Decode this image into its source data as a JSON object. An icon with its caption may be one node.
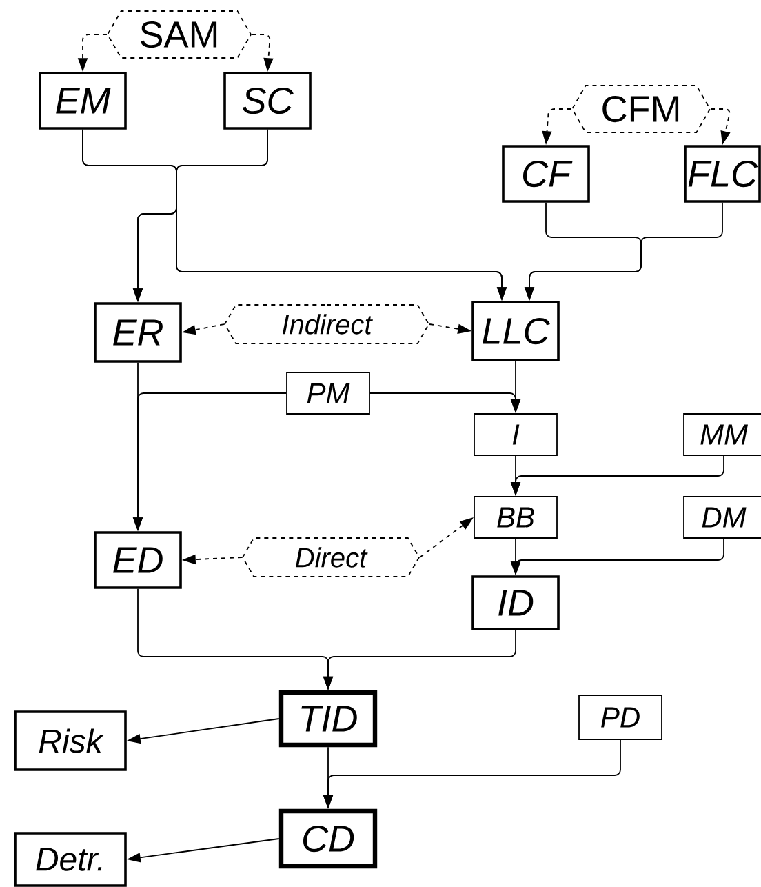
{
  "diagram": {
    "nodes": [
      {
        "text": [
          "SAM"
        ]
      },
      {
        "text": [
          "EM"
        ]
      },
      {
        "text": [
          "SC"
        ]
      },
      {
        "text": [
          "CFM"
        ]
      },
      {
        "text": [
          "CF"
        ]
      },
      {
        "text": [
          "FLC"
        ]
      },
      {
        "text": [
          "ER"
        ]
      },
      {
        "text": [
          "Indirect"
        ]
      },
      {
        "text": [
          "LLC"
        ]
      },
      {
        "text": [
          "PM"
        ]
      },
      {
        "text": [
          "I"
        ]
      },
      {
        "text": [
          "MM"
        ]
      },
      {
        "text": [
          "BB"
        ]
      },
      {
        "text": [
          "ED"
        ]
      },
      {
        "text": [
          "Direct"
        ]
      },
      {
        "text": [
          "DM"
        ]
      },
      {
        "text": [
          "ID"
        ]
      },
      {
        "text": [
          "TID"
        ]
      },
      {
        "text": [
          "Risk"
        ]
      },
      {
        "text": [
          "PD"
        ]
      },
      {
        "text": [
          "CD"
        ]
      },
      {
        "text": [
          "Detr."
        ]
      }
    ],
    "edges": [
      {
        "from": 0,
        "to": 1,
        "arrow": "to",
        "style": "dashed"
      },
      {
        "from": 0,
        "to": 2,
        "arrow": "to",
        "style": "dashed"
      },
      {
        "from": 3,
        "to": 4,
        "arrow": "to",
        "style": "dashed"
      },
      {
        "from": 3,
        "to": 5,
        "arrow": "to",
        "style": "dashed"
      },
      {
        "from": 1,
        "to": 6,
        "arrow": "to"
      },
      {
        "from": 1,
        "to": 8,
        "arrow": "to"
      },
      {
        "from": 2,
        "to": 6,
        "arrow": "to"
      },
      {
        "from": 2,
        "to": 8,
        "arrow": "to"
      },
      {
        "from": 4,
        "to": 8,
        "arrow": "to"
      },
      {
        "from": 5,
        "to": 8,
        "arrow": "to"
      },
      {
        "from": 7,
        "to": 6,
        "arrow": "to",
        "style": "dashed"
      },
      {
        "from": 7,
        "to": 8,
        "arrow": "to",
        "style": "dashed"
      },
      {
        "from": 8,
        "to": 10,
        "arrow": "to"
      },
      {
        "from": 9,
        "to": 10,
        "arrow": "to"
      },
      {
        "from": 6,
        "to": 13,
        "arrow": "to"
      },
      {
        "from": 9,
        "to": 13,
        "arrow": "to"
      },
      {
        "from": 10,
        "to": 12,
        "arrow": "to"
      },
      {
        "from": 11,
        "to": 12,
        "arrow": "to"
      },
      {
        "from": 14,
        "to": 13,
        "arrow": "to",
        "style": "dashed"
      },
      {
        "from": 14,
        "to": 12,
        "arrow": "to",
        "style": "dashed"
      },
      {
        "from": 12,
        "to": 16,
        "arrow": "to"
      },
      {
        "from": 15,
        "to": 16,
        "arrow": "to"
      },
      {
        "from": 13,
        "to": 17,
        "arrow": "to"
      },
      {
        "from": 16,
        "to": 17,
        "arrow": "to"
      },
      {
        "from": 17,
        "to": 18,
        "arrow": "to"
      },
      {
        "from": 17,
        "to": 20,
        "arrow": "to"
      },
      {
        "from": 19,
        "to": 20,
        "arrow": "to"
      },
      {
        "from": 20,
        "to": 21,
        "arrow": "to"
      }
    ]
  }
}
